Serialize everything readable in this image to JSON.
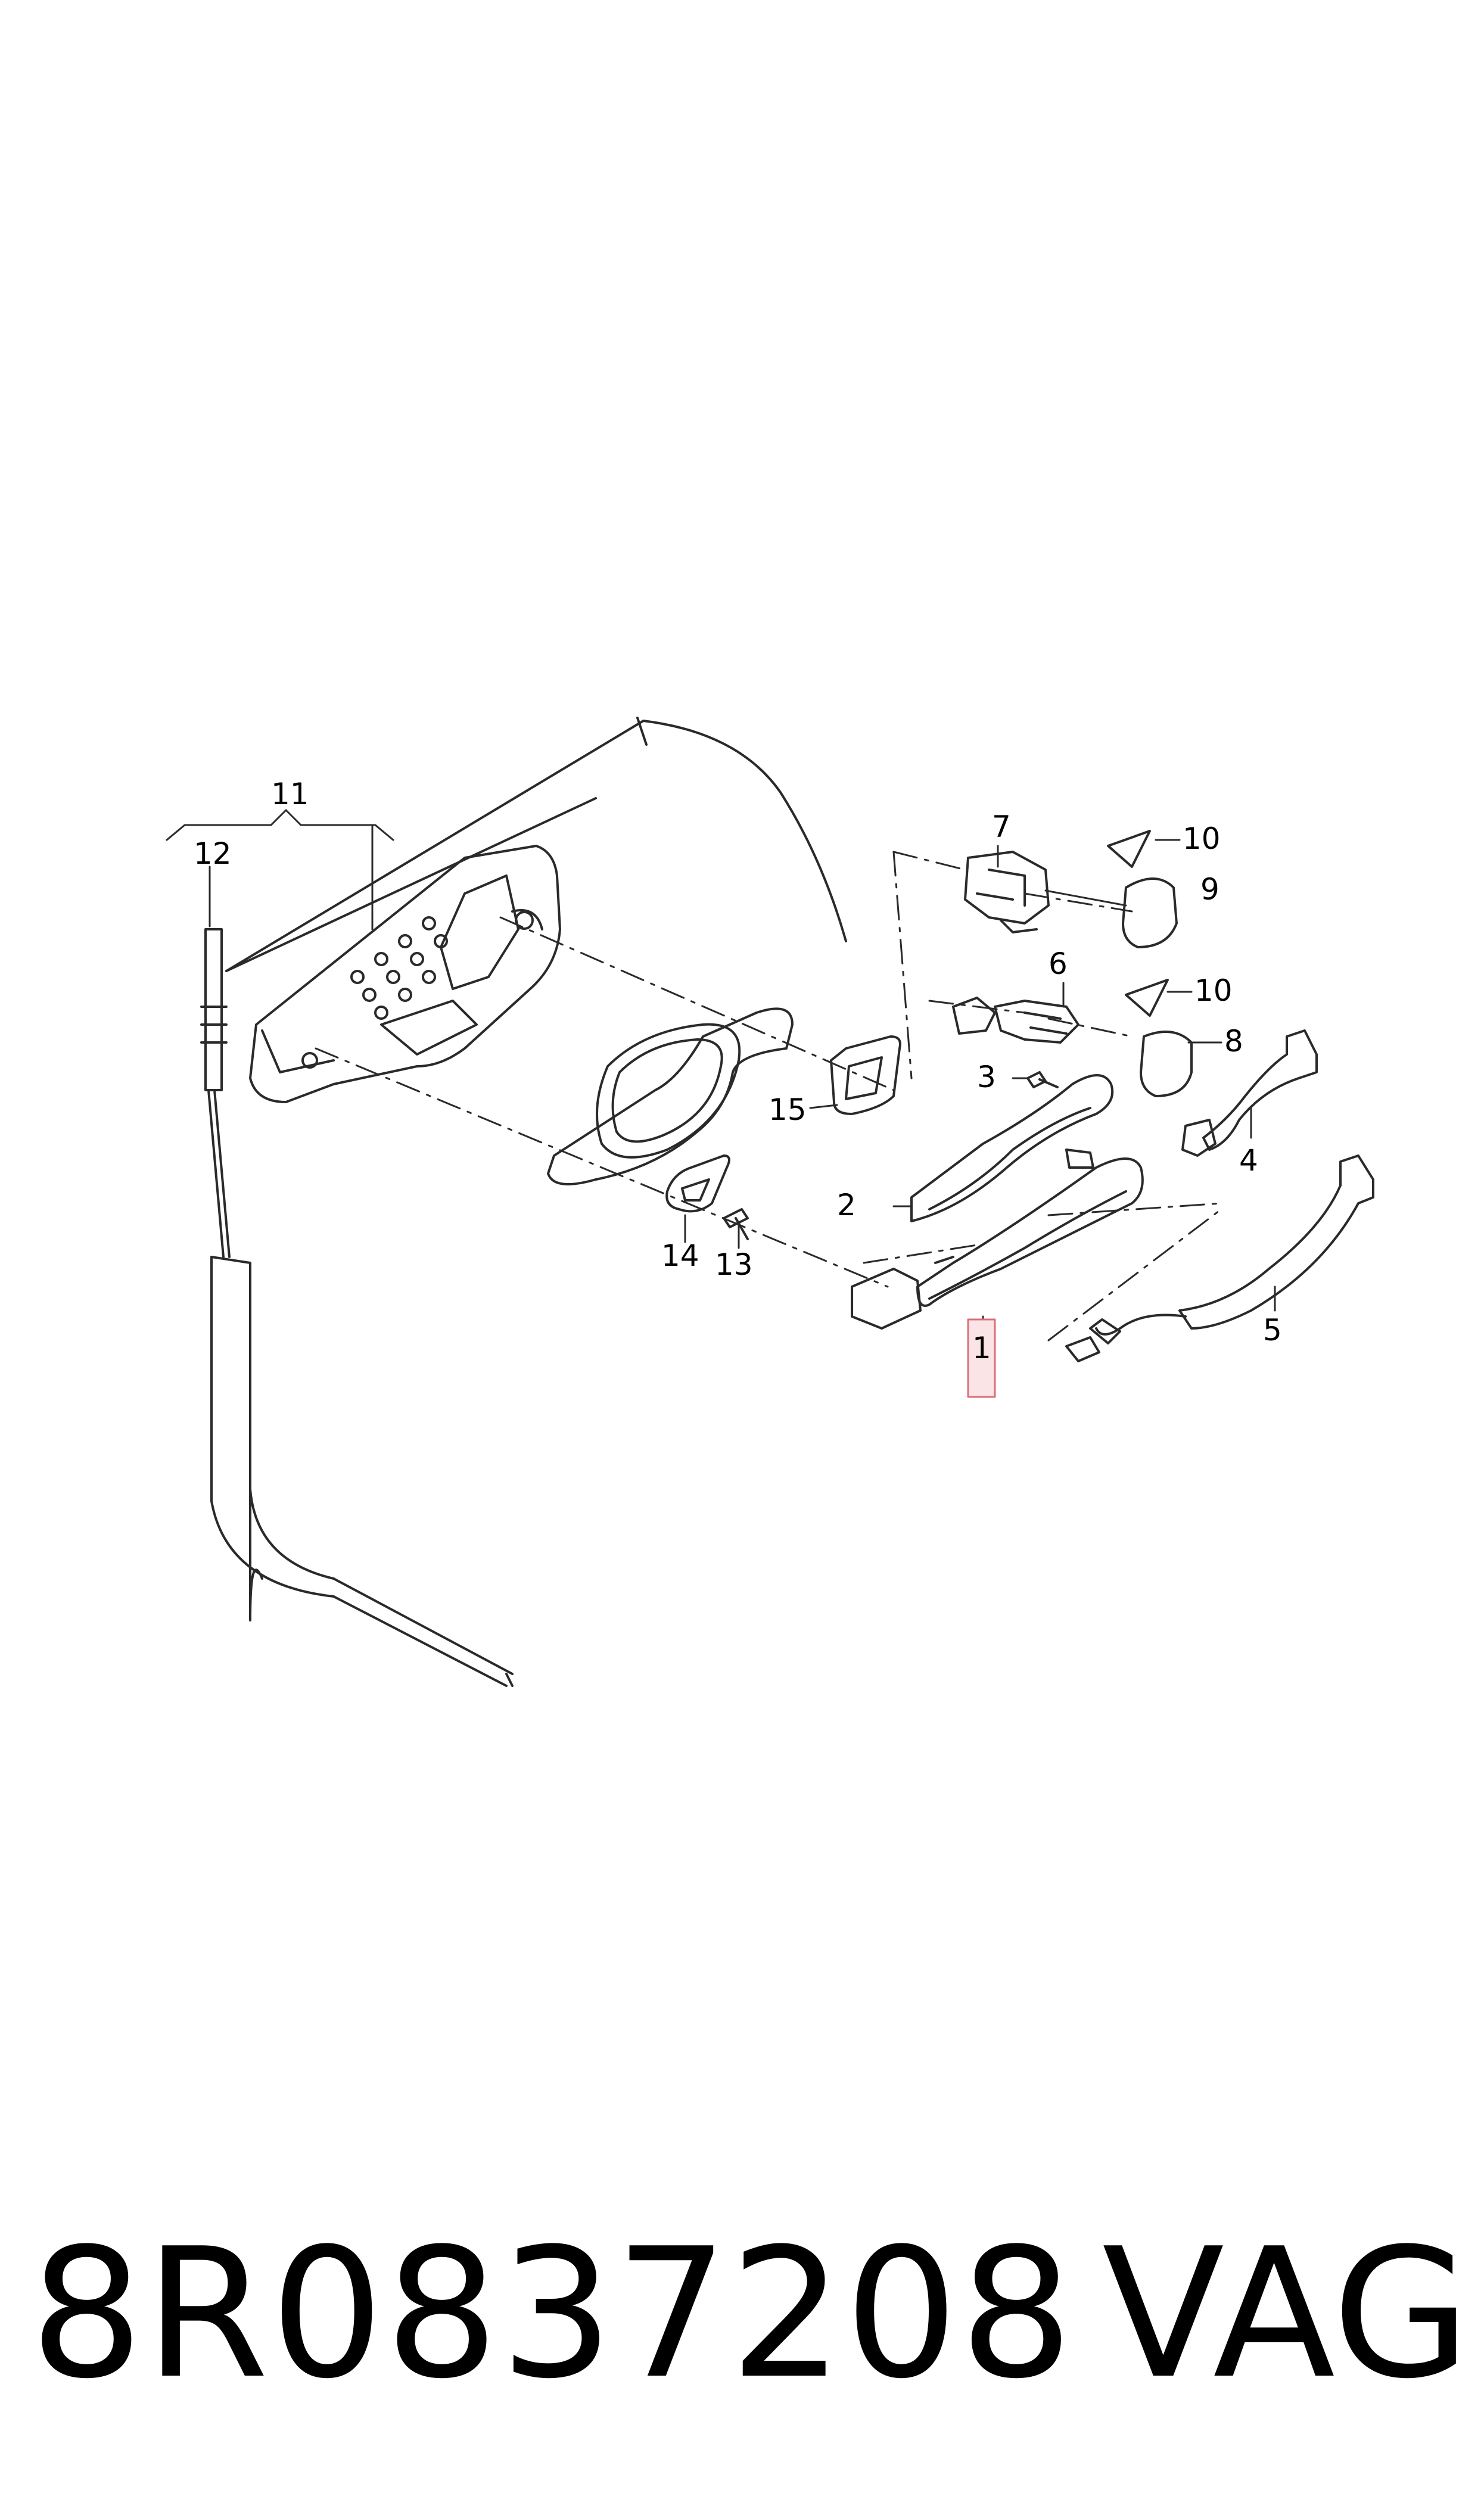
{
  "callouts": {
    "c1": "1",
    "c2": "2",
    "c3": "3",
    "c4": "4",
    "c5": "5",
    "c6": "6",
    "c7": "7",
    "c8": "8",
    "c9": "9",
    "c10a": "10",
    "c10b": "10",
    "c11": "11",
    "c12": "12",
    "c13": "13",
    "c14": "14",
    "c15": "15"
  },
  "footer": {
    "part_number": "8R0837208",
    "brand": "VAG"
  },
  "colors": {
    "line": "#2a2a2a",
    "highlight_border": "#d9707a",
    "highlight_fill": "#fbe4e6"
  }
}
